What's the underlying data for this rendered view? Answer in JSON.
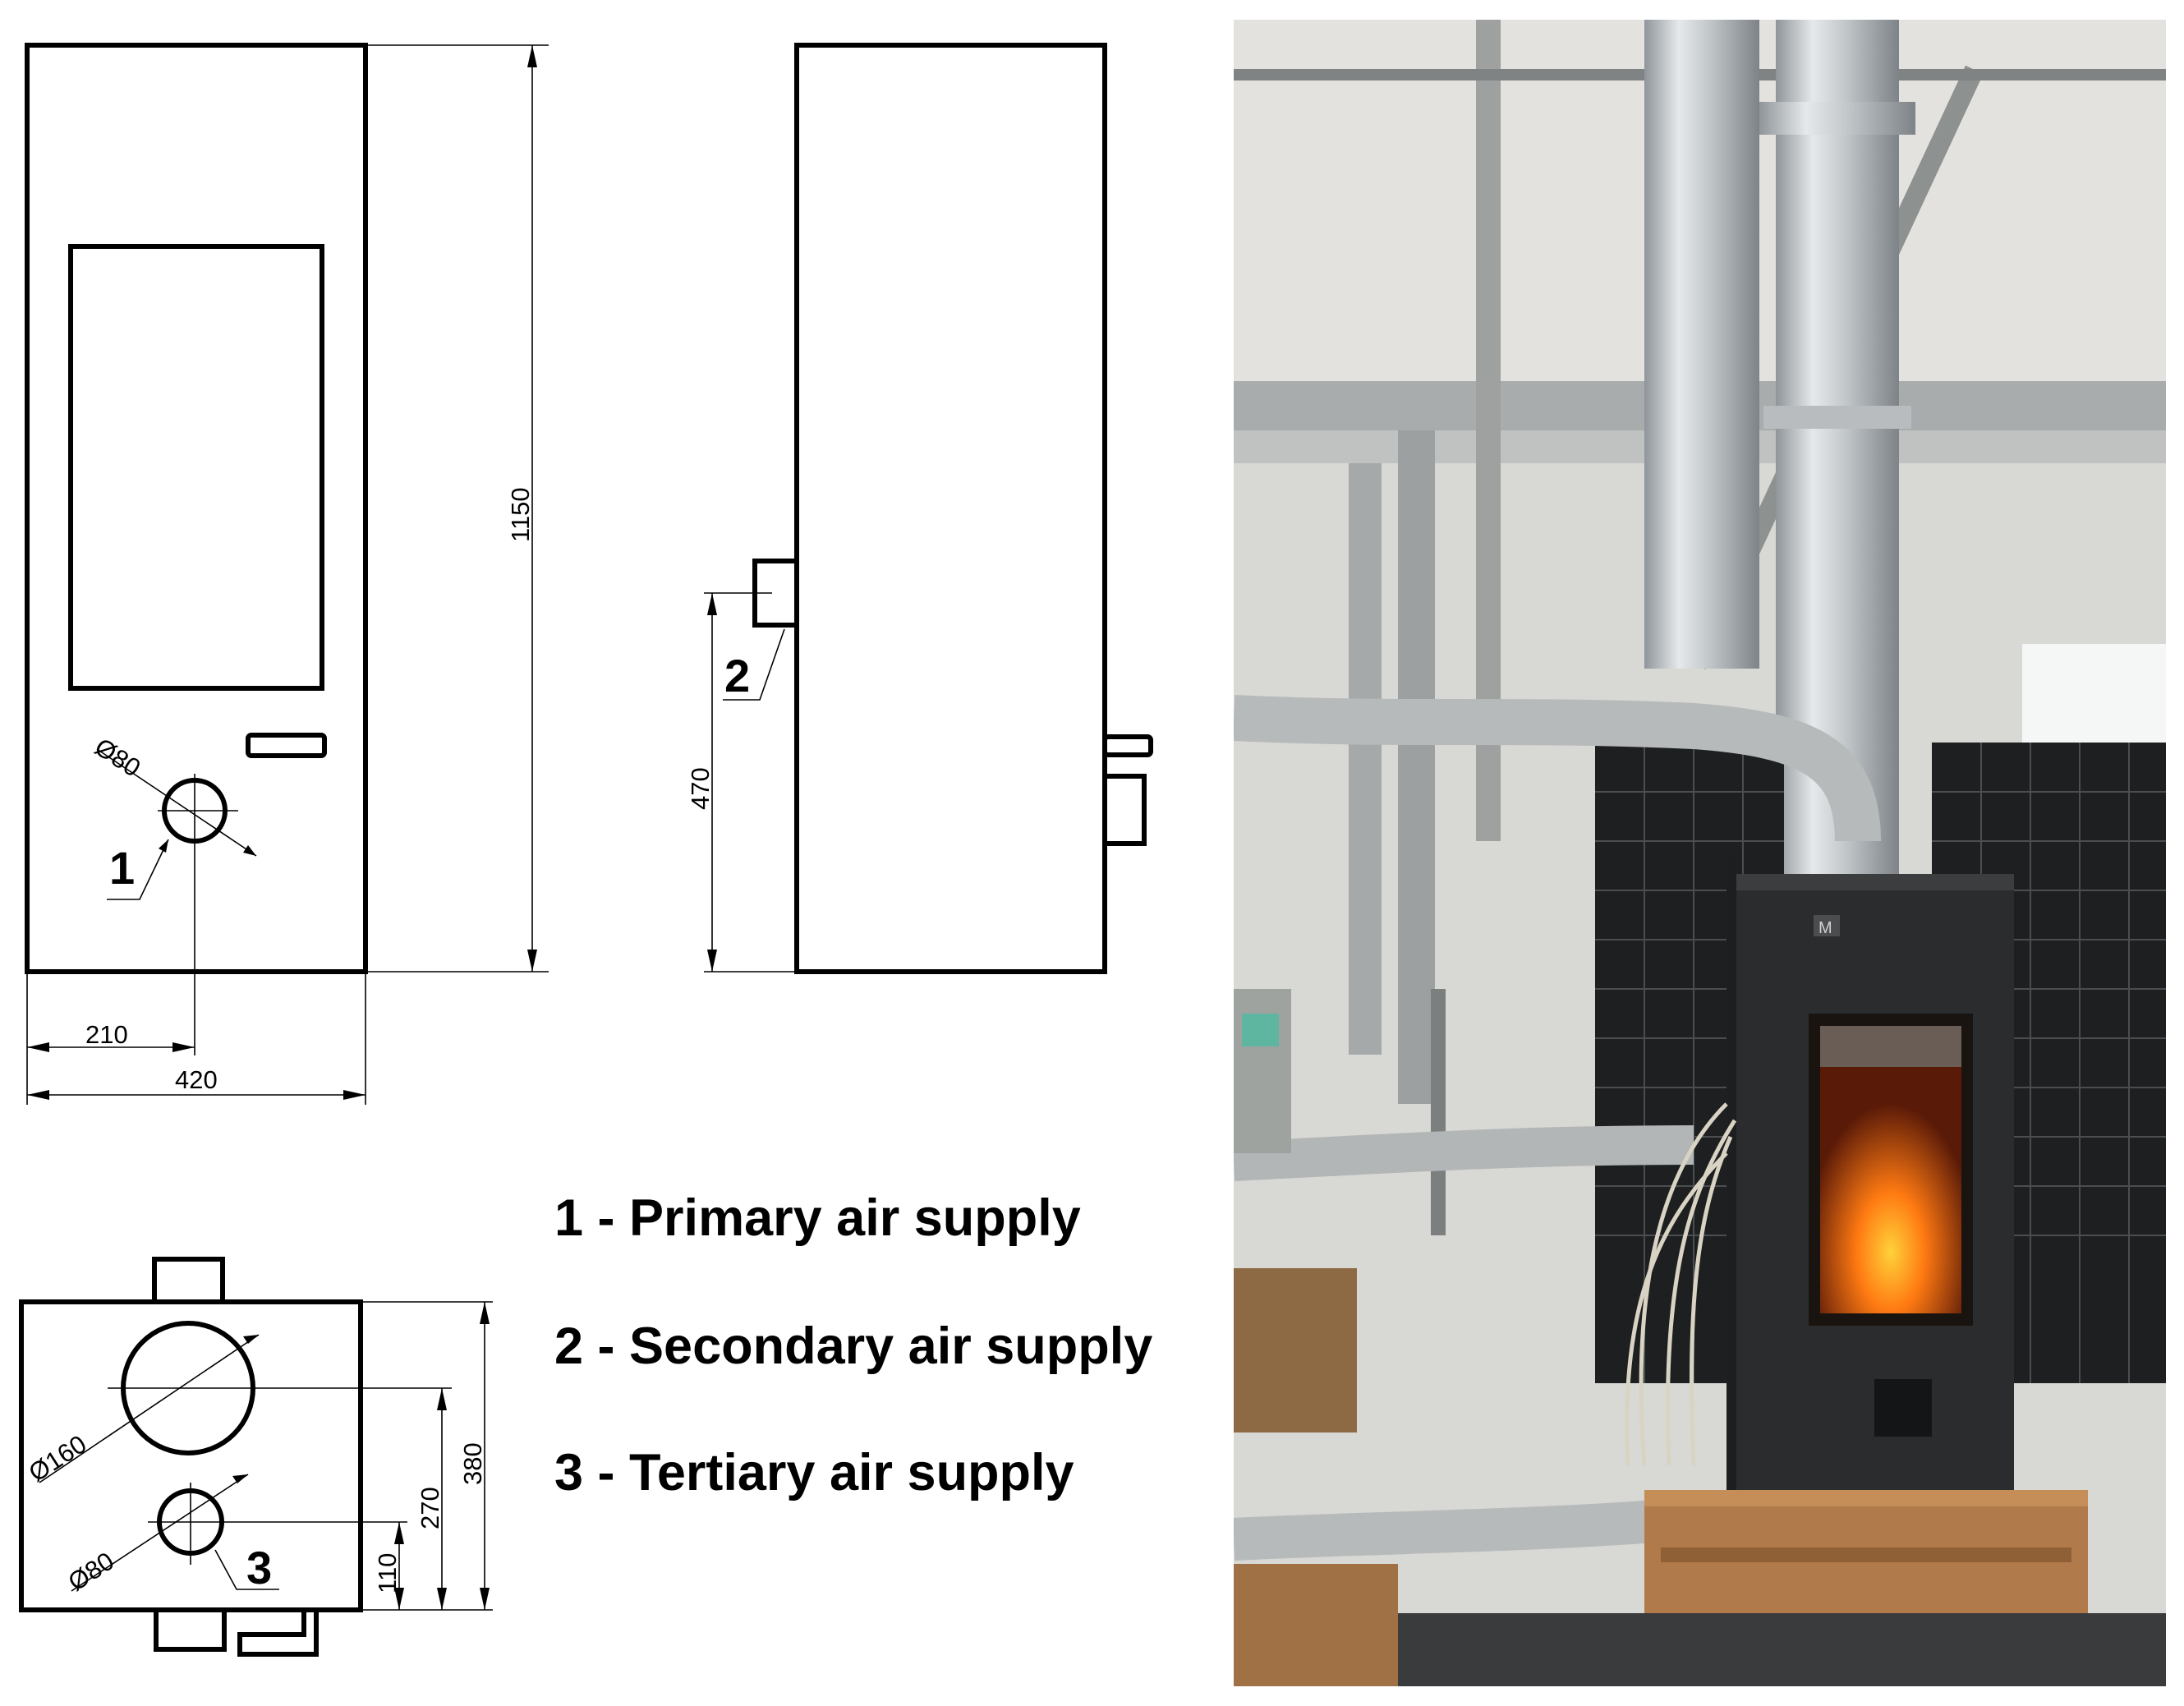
{
  "dimensions": {
    "height_total": "1150",
    "width_total": "420",
    "primary_offset": "210",
    "primary_diameter": "Ø80",
    "secondary_height": "470",
    "flue_diameter": "Ø160",
    "tertiary_diameter": "Ø80",
    "depth_total": "380",
    "flue_offset": "270",
    "tertiary_offset": "110"
  },
  "callouts": {
    "one": "1",
    "two": "2",
    "three": "3"
  },
  "legend": [
    {
      "label": "1 - Primary air supply"
    },
    {
      "label": "2 - Secondary air supply"
    },
    {
      "label": "3 - Tertiary air supply"
    }
  ],
  "photo": {
    "stove_badge": "M"
  }
}
